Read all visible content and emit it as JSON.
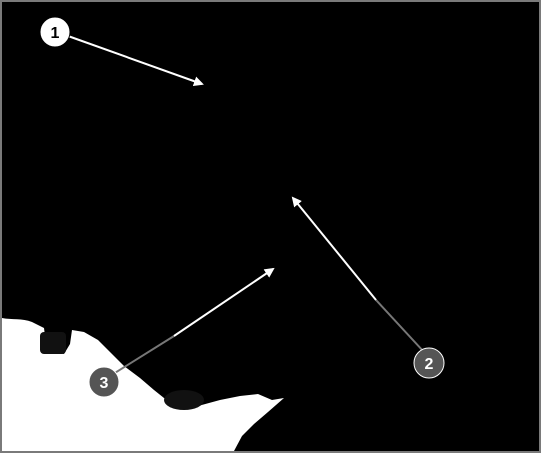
{
  "figure": {
    "background_color": "#000000",
    "border_color": "#7a7a7a",
    "callouts": [
      {
        "label": "1",
        "badge_fill": "#ffffff",
        "badge_text_color": "#000000",
        "arrow_color": "#ffffff"
      },
      {
        "label": "2",
        "badge_fill": "#555555",
        "badge_text_color": "#ffffff",
        "arrow_color": "#ffffff"
      },
      {
        "label": "3",
        "badge_fill": "#555555",
        "badge_text_color": "#ffffff",
        "arrow_color": "#ffffff"
      }
    ]
  }
}
